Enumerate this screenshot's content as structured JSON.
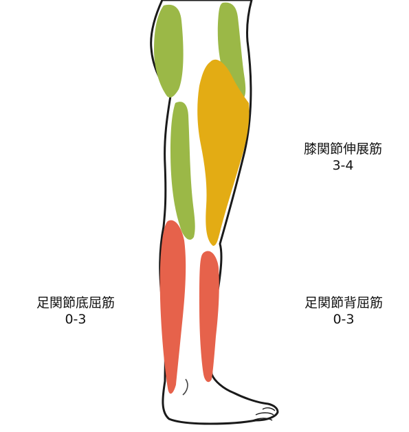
{
  "figure": {
    "colors": {
      "outline": "#1a1a1a",
      "skin": "#ffffff",
      "green": "#9bb847",
      "yellow": "#e3ac14",
      "red": "#e6624b"
    },
    "icon": "leg-muscle-diagram-icon"
  },
  "labels": {
    "knee_extensor": {
      "name": "膝関節伸展筋",
      "score": "3-4"
    },
    "ankle_plantar": {
      "name": "足関節底屈筋",
      "score": "0-3"
    },
    "ankle_dorsi": {
      "name": "足関節背屈筋",
      "score": "0-3"
    }
  }
}
